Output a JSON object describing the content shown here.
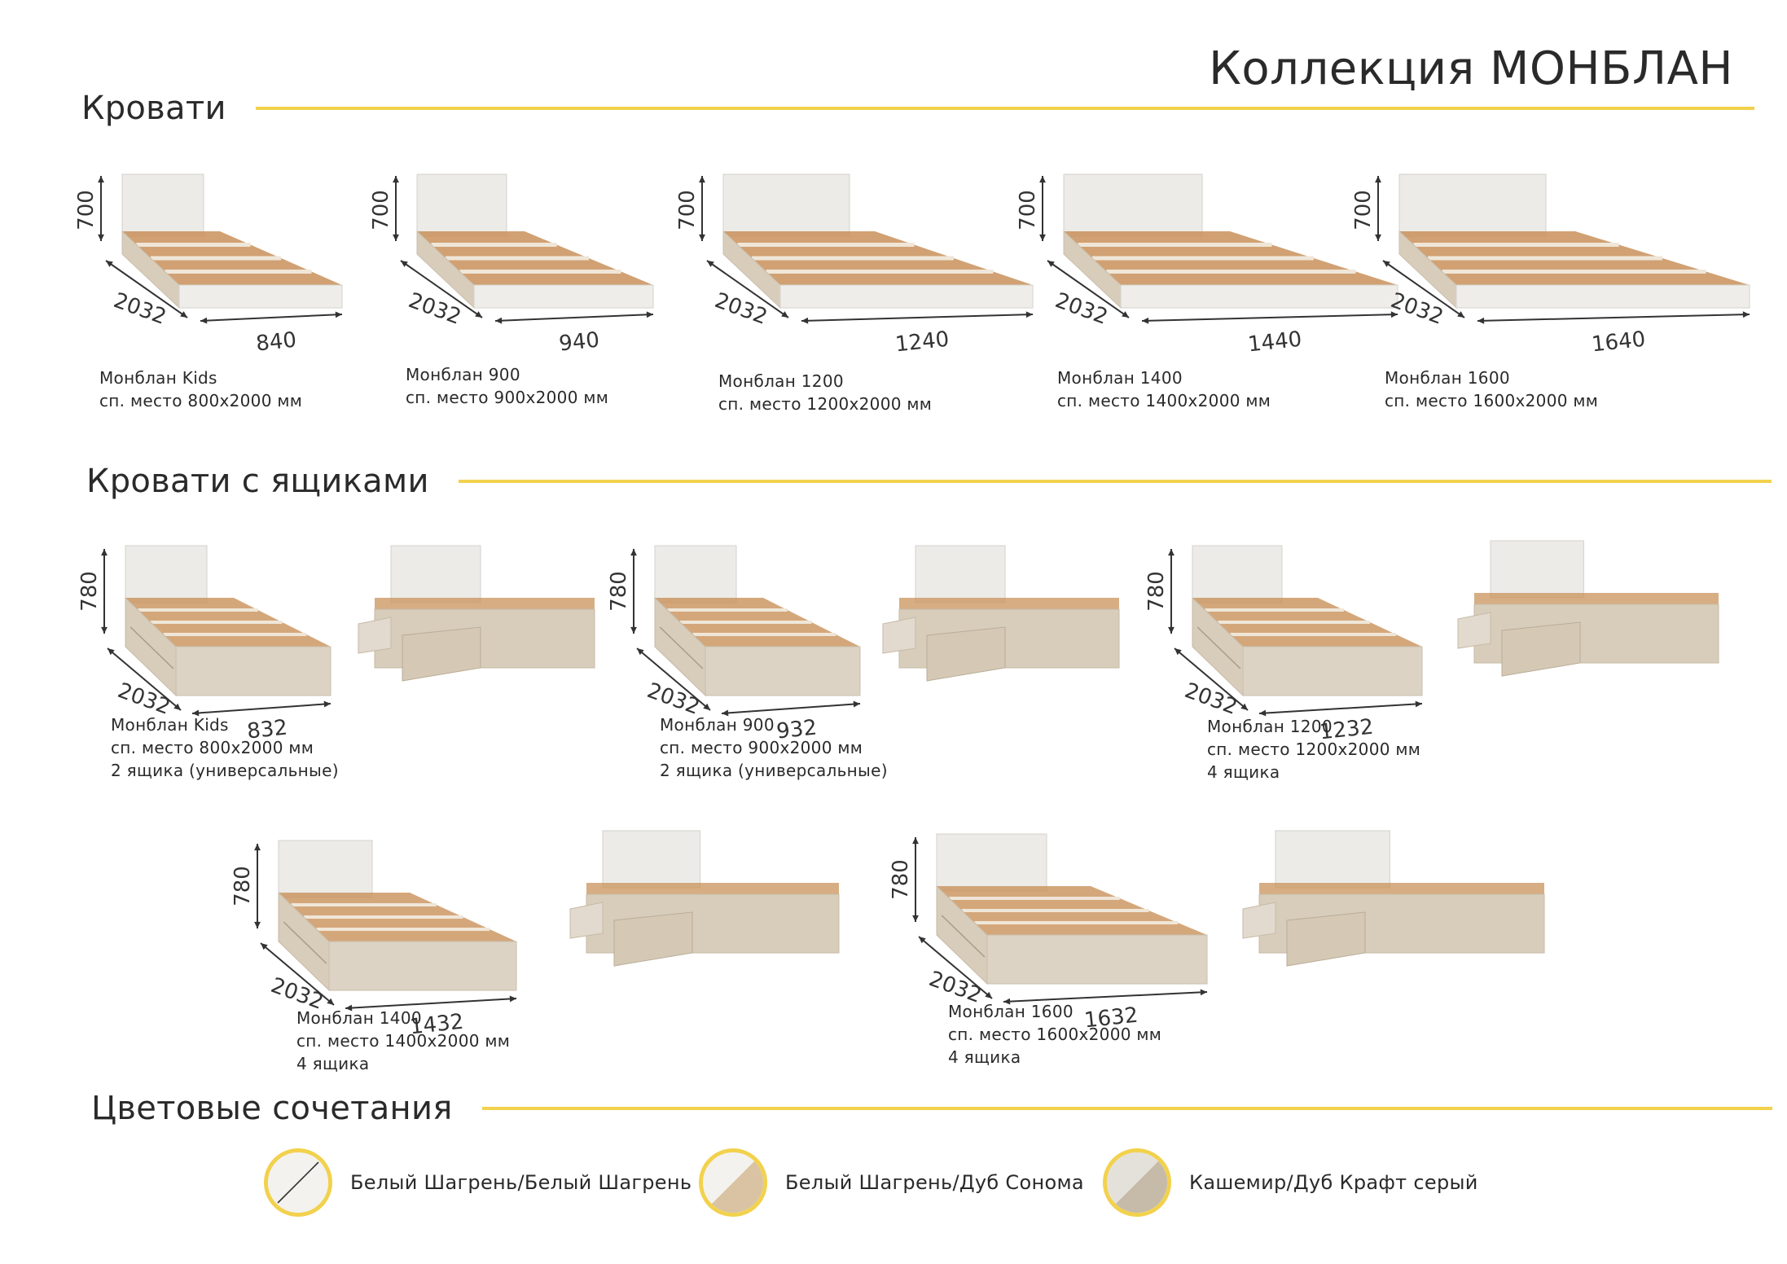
{
  "title": "Коллекция МОНБЛАН",
  "sections": {
    "beds": "Кровати",
    "drawer_beds": "Кровати с ящиками",
    "colors": "Цветовые сочетания"
  },
  "beds": [
    {
      "name": "Монблан Kids",
      "spec": "сп. место 800х2000 мм",
      "h": "700",
      "l": "2032",
      "w": "840"
    },
    {
      "name": "Монблан 900",
      "spec": "сп. место 900х2000 мм",
      "h": "700",
      "l": "2032",
      "w": "940"
    },
    {
      "name": "Монблан 1200",
      "spec": "сп. место 1200х2000 мм",
      "h": "700",
      "l": "2032",
      "w": "1240"
    },
    {
      "name": "Монблан 1400",
      "spec": "сп. место 1400х2000 мм",
      "h": "700",
      "l": "2032",
      "w": "1440"
    },
    {
      "name": "Монблан 1600",
      "spec": "сп. место 1600х2000 мм",
      "h": "700",
      "l": "2032",
      "w": "1640"
    }
  ],
  "drawer_beds": [
    {
      "name": "Монблан Kids",
      "spec": "сп. место 800х2000 мм",
      "drawers": "2 ящика (универсальные)",
      "h": "780",
      "l": "2032",
      "w": "832"
    },
    {
      "name": "Монблан 900",
      "spec": "сп. место 900х2000 мм",
      "drawers": "2 ящика (универсальные)",
      "h": "780",
      "l": "2032",
      "w": "932"
    },
    {
      "name": "Монблан 1200",
      "spec": "сп. место 1200х2000 мм",
      "drawers": "4 ящика",
      "h": "780",
      "l": "2032",
      "w": "1232"
    },
    {
      "name": "Монблан 1400",
      "spec": "сп. место 1400х2000 мм",
      "drawers": "4 ящика",
      "h": "780",
      "l": "2032",
      "w": "1432"
    },
    {
      "name": "Монблан 1600",
      "spec": "сп. место 1600х2000 мм",
      "drawers": "4 ящика",
      "h": "780",
      "l": "2032",
      "w": "1632"
    }
  ],
  "colors": [
    {
      "name": "Белый Шагрень/Белый Шагрень"
    },
    {
      "name": "Белый Шагрень/Дуб Сонома"
    },
    {
      "name": "Кашемир/Дуб Крафт серый"
    }
  ],
  "palette": {
    "accent": "#f2d14d",
    "white_shagreen": "#f3f2ee",
    "oak_sonoma": "#d9c3a2",
    "kashmir": "#e4e1db",
    "oak_kraft_grey": "#c6bba8",
    "slats": "#c9915a"
  }
}
